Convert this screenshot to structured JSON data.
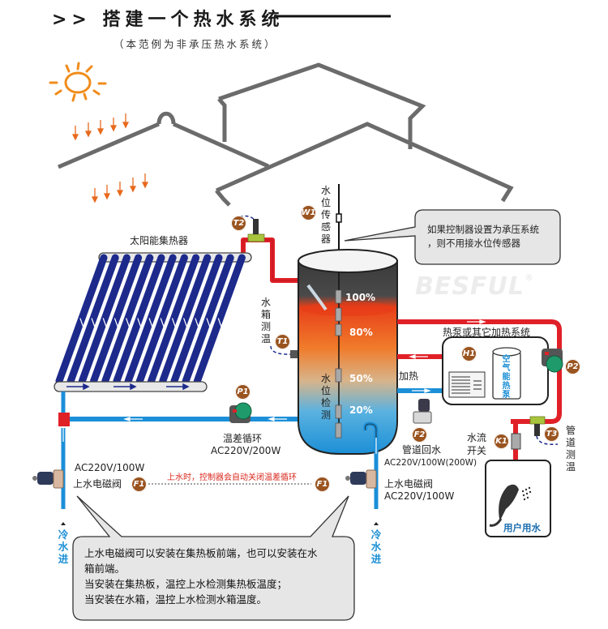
{
  "header": {
    "title": ">> 搭建一个热水系统",
    "subtitle": "（本范例为非承压热水系统）"
  },
  "brand": {
    "watermark": "BESFUL",
    "registered": "®"
  },
  "colors": {
    "hot_pipe": "#e02027",
    "cold_pipe": "#1b8fd8",
    "badge": "#9a5420",
    "roof": "#6b6b6b",
    "sun": "#f08c1a",
    "callout_fill": "#e6e6e6",
    "cold_text": "#1c8fd6",
    "warning_text": "#d9261c"
  },
  "components": {
    "collector": {
      "label": "太阳能集热器"
    },
    "w1": {
      "badge": "W1",
      "label": "水位传感器"
    },
    "t2": {
      "badge": "T2"
    },
    "t1": {
      "badge": "T1",
      "label": "水箱测温"
    },
    "p1": {
      "badge": "P1",
      "label": "温差循环",
      "spec": "AC220V/200W"
    },
    "tank": {
      "level_label": "水位检测",
      "levels": [
        "100%",
        "80%",
        "50%",
        "20%"
      ]
    },
    "heat_system": {
      "label": "热泵或其它加热系统",
      "heating_label": "加热"
    },
    "h1": {
      "badge": "H1",
      "cylinder_label": "空气能热泵"
    },
    "p2": {
      "badge": "P2"
    },
    "f2": {
      "badge": "F2",
      "label": "管道回水",
      "spec": "AC220V/100W(200W)"
    },
    "k1": {
      "badge": "K1",
      "label_line1": "水流",
      "label_line2": "开关"
    },
    "t3": {
      "badge": "T3",
      "label": "管道测温"
    },
    "user_water": {
      "label": "用户用水"
    },
    "f1_left": {
      "badge": "F1",
      "spec": "AC220V/100W",
      "label": "上水电磁阀"
    },
    "f1_right": {
      "badge": "F1",
      "label": "上水电磁阀",
      "spec": "AC220V/100W"
    },
    "cold_in_left": {
      "label": "冷水进"
    },
    "cold_in_right": {
      "label": "冷水进"
    }
  },
  "notes": {
    "pressure_callout_line1": "如果控制器设置为承压系统",
    "pressure_callout_line2": "，则不用接水位传感器",
    "f1_note": "上水时，控制器会自动关闭温差循环",
    "bottom_callout": [
      "上水电磁阀可以安装在集热板前端，也可以安装在水",
      "箱前端。",
      "当安装在集热板，温控上水检测集热板温度；",
      "当安装在水箱，温控上水检测水箱温度。"
    ]
  }
}
